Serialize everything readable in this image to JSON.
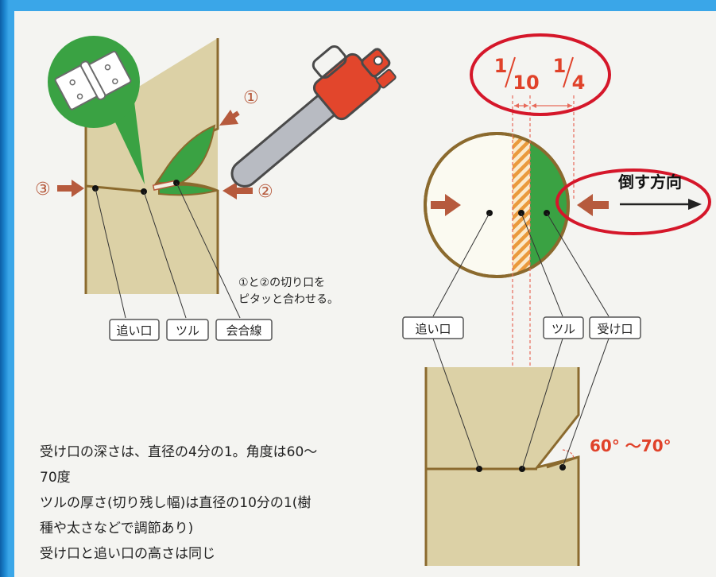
{
  "left_diagram": {
    "markers": {
      "cut1": "①",
      "cut2": "②",
      "cut3": "③"
    },
    "note_line1": "①と②の切り口を",
    "note_line2": "ピタッと合わせる。",
    "labels": {
      "back_cut": "追い口",
      "hinge": "ツル",
      "meeting_line": "会合線"
    }
  },
  "right_diagram": {
    "fraction_hinge": {
      "num": "1",
      "den": "10"
    },
    "fraction_notch": {
      "num": "1",
      "den": "4"
    },
    "direction_label": "倒す方向",
    "labels": {
      "back_cut": "追い口",
      "hinge": "ツル",
      "notch": "受け口"
    },
    "angle_label": "60° ～70°"
  },
  "notes": [
    "受け口の深さは、直径の4分の1。角度は60～",
    "70度",
    "ツルの厚さ(切り残し幅)は直径の10分の1(樹",
    "種や太さなどで調節あり)",
    "受け口と追い口の高さは同じ"
  ],
  "colors": {
    "wood": "#dcd1a6",
    "trunk_outline": "#8b6a2e",
    "notch_green": "#3aa243",
    "arrow": "#b65a3d",
    "highlight_circle": "#d5172a",
    "angle_red": "#e0422a",
    "background": "#3aa6e8"
  }
}
